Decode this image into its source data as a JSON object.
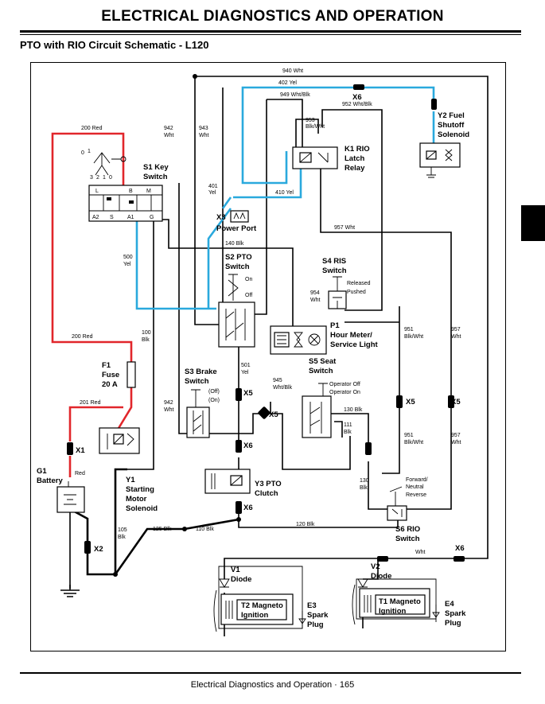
{
  "page": {
    "header": "ELECTRICAL   DIAGNOSTICS AND OPERATION",
    "subtitle": "PTO with RIO Circuit Schematic - L120",
    "footer": "Electrical   Diagnostics and Operation  ·  165"
  },
  "colors": {
    "red_wire": "#e1262b",
    "blue_wire": "#2aa9dd",
    "black": "#000000"
  },
  "components": {
    "s1": {
      "title": "S1 Key",
      "sub": "Switch",
      "pos": [
        "0",
        "1",
        "3",
        "2",
        "1",
        "0"
      ],
      "top_terms": [
        "L",
        "B",
        "M"
      ],
      "bot_terms": [
        "A2",
        "S",
        "A1",
        "G"
      ]
    },
    "x3": {
      "title": "X3",
      "sub": "Power Port"
    },
    "k1": {
      "title": "K1 RIO",
      "sub1": "Latch",
      "sub2": "Relay"
    },
    "y2": {
      "title": "Y2 Fuel",
      "sub1": "Shutoff",
      "sub2": "Solenoid"
    },
    "s2": {
      "title": "S2 PTO",
      "sub": "Switch",
      "on": "On",
      "off": "Off"
    },
    "s4": {
      "title": "S4 RIS",
      "sub": "Switch",
      "released": "Released",
      "pushed": "Pushed"
    },
    "p1": {
      "title": "P1",
      "sub1": "Hour Meter/",
      "sub2": "Service Light"
    },
    "f1": {
      "title": "F1",
      "sub1": "Fuse",
      "sub2": "20 A"
    },
    "s3": {
      "title": "S3 Brake",
      "sub": "Switch",
      "off": "(Off)",
      "on": "(On)"
    },
    "s5": {
      "title": "S5 Seat",
      "sub": "Switch",
      "off": "Operator Off",
      "on": "Operator On"
    },
    "g1": {
      "title": "G1",
      "sub": "Battery"
    },
    "y1": {
      "title": "Y1",
      "sub1": "Starting",
      "sub2": "Motor",
      "sub3": "Solenoid"
    },
    "y3": {
      "title": "Y3 PTO",
      "sub": "Clutch"
    },
    "s6": {
      "title": "S6 RIO",
      "sub": "Switch",
      "fwd1": "Forward/",
      "fwd2": "Neutral",
      "rev": "Reverse"
    },
    "v1": {
      "title": "V1",
      "sub": "Diode"
    },
    "v2": {
      "title": "V2",
      "sub": "Diode"
    },
    "t2": {
      "title": "T2 Magneto",
      "sub": "Ignition"
    },
    "t1": {
      "title": "T1 Magneto",
      "sub": "Ignition"
    },
    "e3": {
      "title": "E3",
      "sub1": "Spark",
      "sub2": "Plug"
    },
    "e4": {
      "title": "E4",
      "sub1": "Spark",
      "sub2": "Plug"
    }
  },
  "connectors": {
    "x1": "X1",
    "x2": "X2",
    "x5a": "X5",
    "x5b": "X5",
    "x5c": "X5",
    "x5d": "X5",
    "x6a": "X6",
    "x6b": "X6",
    "x6c": "X6",
    "x6d": "X6"
  },
  "wires": {
    "w940": "940 Wht",
    "w402": "402 Yel",
    "w949": "949 Wht/Blk",
    "w952": "952 Wht/Blk",
    "w953a": "953",
    "w953b": "Blk/Wht",
    "w200a": "200 Red",
    "w200b": "200 Red",
    "w942a1": "942",
    "w942a2": "Wht",
    "w943a": "943",
    "w943b": "Wht",
    "w401a": "401",
    "w401b": "Yel",
    "w410": "410 Yel",
    "w957a": "957 Wht",
    "w140": "140 Blk",
    "w500a": "500",
    "w500b": "Yel",
    "w954a": "954",
    "w954b": "Wht",
    "w100a": "100",
    "w100b": "Blk",
    "w951a1": "951",
    "w951a2": "Blk/Wht",
    "w957b1": "957",
    "w957b2": "Wht",
    "w501a": "501",
    "w501b": "Yel",
    "w945a": "945",
    "w945b": "Wht/Blk",
    "w942b1": "942",
    "w942b2": "Wht",
    "w130a": "130 Blk",
    "w111a": "111",
    "w111b": "Blk",
    "w201": "201 Red",
    "w951b1": "951",
    "w951b2": "Blk/Wht",
    "w957c1": "957",
    "w957c2": "Wht",
    "wred": "Red",
    "w130b1": "130",
    "w130b2": "Blk",
    "w105a": "105",
    "w105b": "Blk",
    "w125": "125 Blk",
    "w110": "110 Blk",
    "w120": "120 Blk",
    "wwht": "Wht"
  }
}
